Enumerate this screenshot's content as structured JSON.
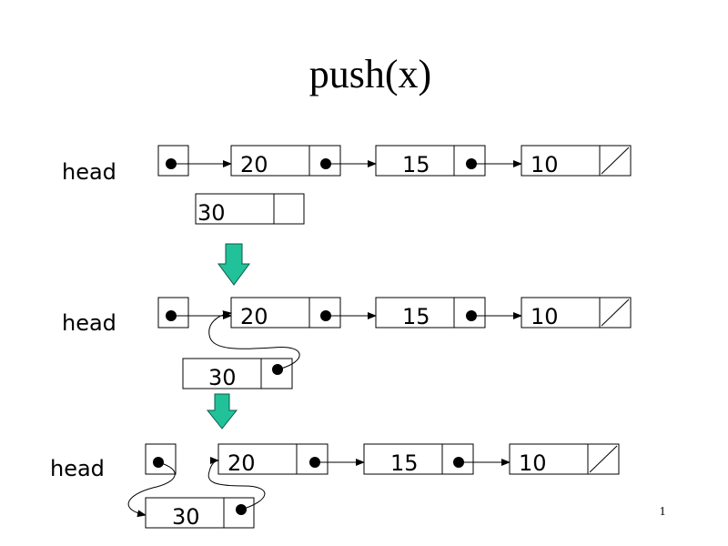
{
  "slide": {
    "title": "push(x)",
    "page_number": "1",
    "head_label": "head"
  },
  "stages": [
    {
      "nodes": [
        "20",
        "15",
        "10"
      ],
      "new_node": "30"
    },
    {
      "nodes": [
        "20",
        "15",
        "10"
      ],
      "new_node": "30"
    },
    {
      "nodes": [
        "20",
        "15",
        "10"
      ],
      "new_node": "30"
    }
  ],
  "colors": {
    "transition_arrow": "#21c29a",
    "ink": "#000000"
  }
}
